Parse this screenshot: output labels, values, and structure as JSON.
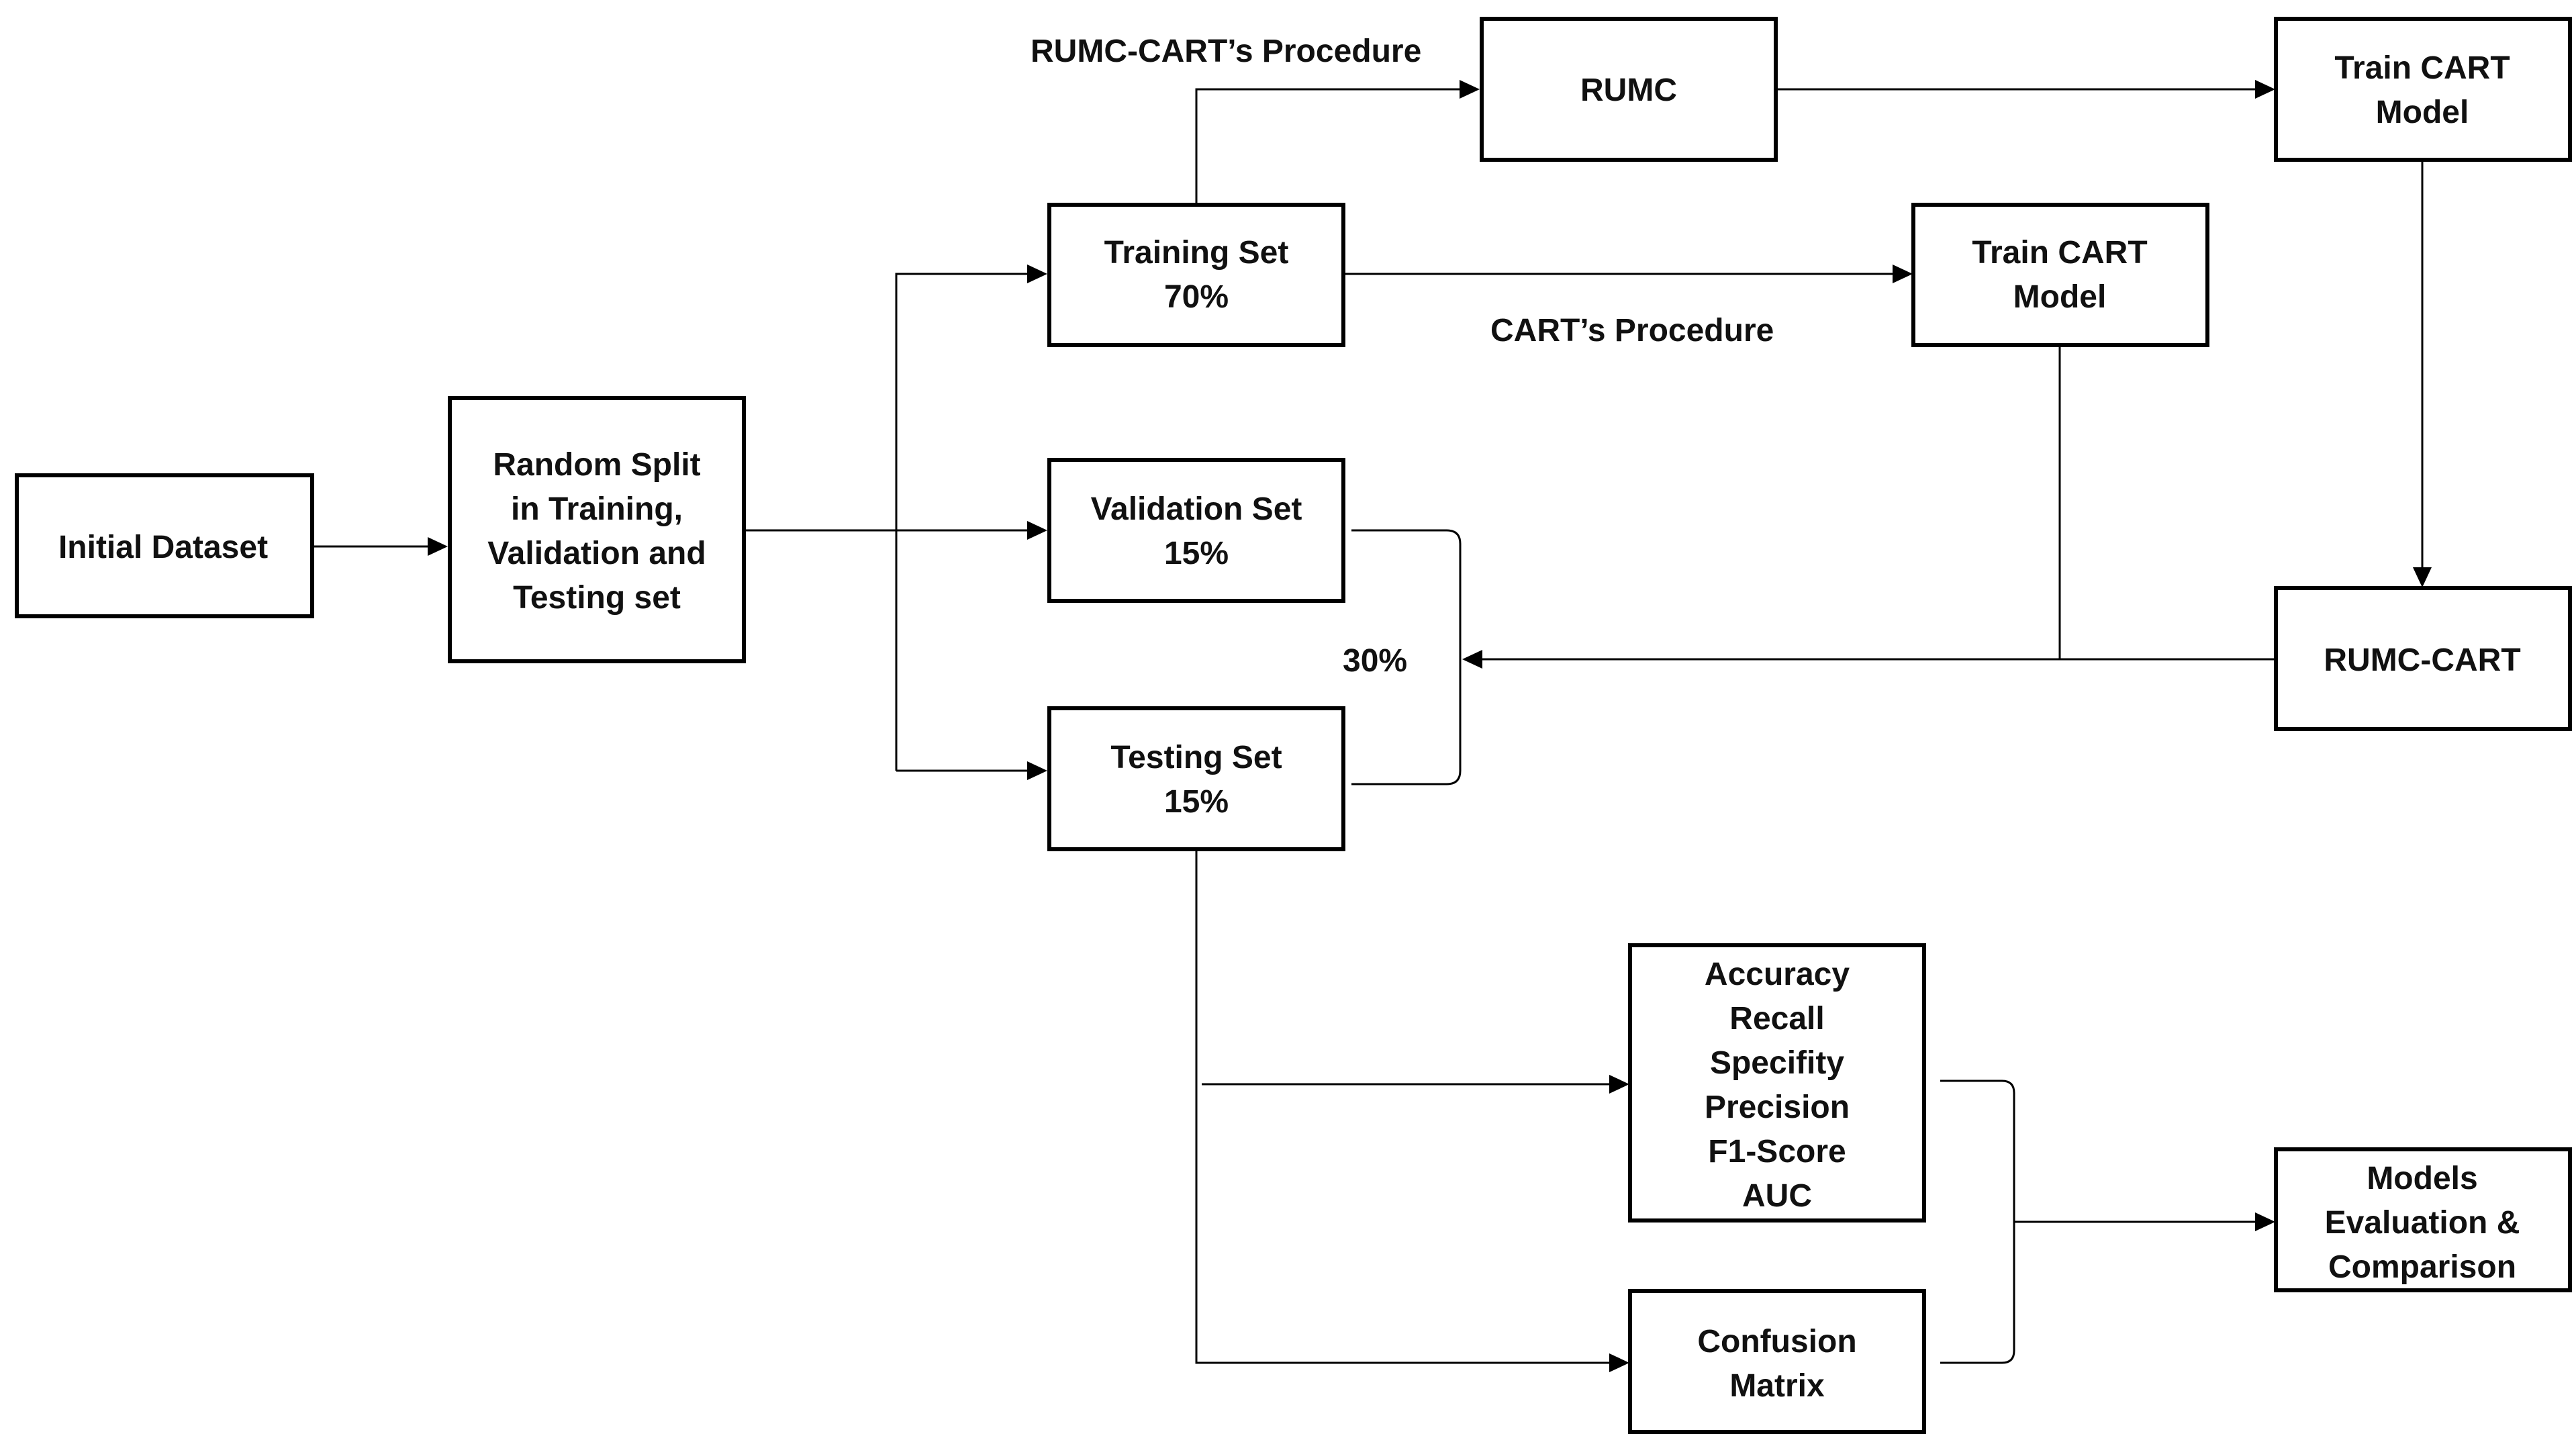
{
  "nodes": {
    "initial_dataset": {
      "lines": [
        "Initial Dataset"
      ]
    },
    "random_split": {
      "lines": [
        "Random Split",
        "in Training,",
        "Validation and",
        "Testing set"
      ]
    },
    "training_set": {
      "lines": [
        "Training Set",
        "70%"
      ]
    },
    "validation_set": {
      "lines": [
        "Validation Set",
        "15%"
      ]
    },
    "testing_set": {
      "lines": [
        "Testing Set",
        "15%"
      ]
    },
    "rumc": {
      "lines": [
        "RUMC"
      ]
    },
    "train_cart_top": {
      "lines": [
        "Train CART",
        "Model"
      ]
    },
    "train_cart_mid": {
      "lines": [
        "Train CART",
        "Model"
      ]
    },
    "rumc_cart": {
      "lines": [
        "RUMC-CART"
      ]
    },
    "metrics": {
      "lines": [
        "Accuracy",
        "Recall",
        "Specifity",
        "Precision",
        "F1-Score",
        "AUC"
      ]
    },
    "confusion_matrix": {
      "lines": [
        "Confusion",
        "Matrix"
      ]
    },
    "models_evaluation": {
      "lines": [
        "Models",
        "Evaluation &",
        "Comparison"
      ]
    }
  },
  "labels": {
    "rumc_cart_procedure": "RUMC-CART’s Procedure",
    "cart_procedure": "CART’s Procedure",
    "thirty_percent": "30%"
  }
}
